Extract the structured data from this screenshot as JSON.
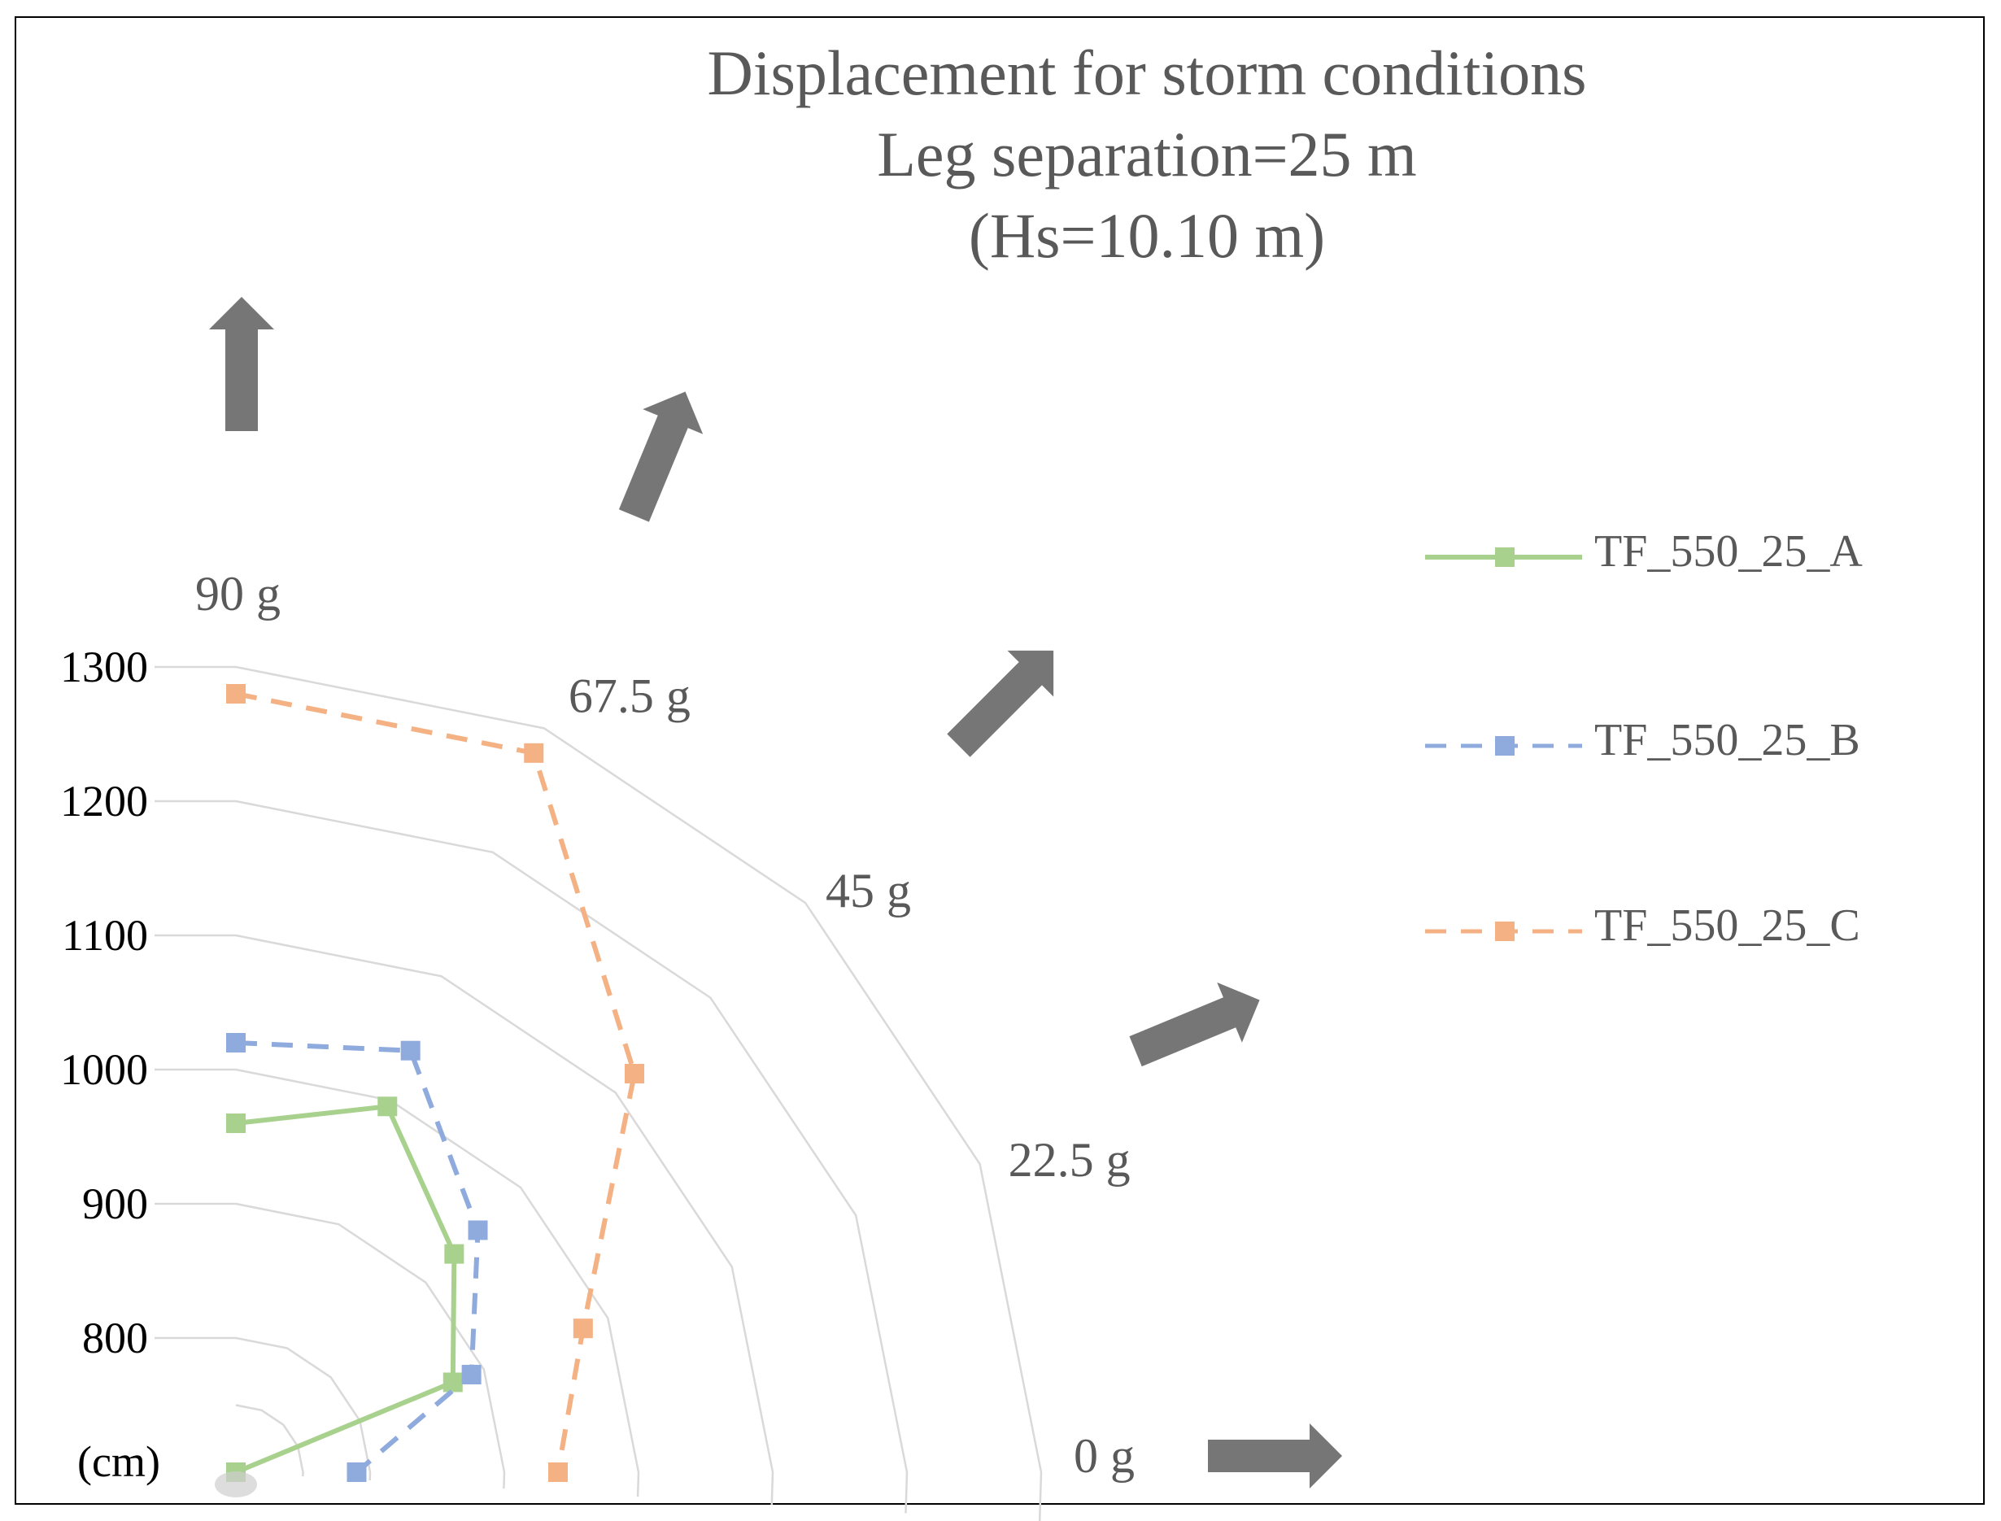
{
  "title_lines": [
    "Displacement for storm conditions",
    "Leg separation=25 m",
    "(Hs=10.10 m)"
  ],
  "colors": {
    "A": "#a9d18e",
    "B": "#8faadc",
    "C": "#f4b183",
    "grid": "#d9d9d9",
    "arrow": "#767676"
  },
  "chart_data": {
    "type": "radar",
    "title": "Displacement for storm conditions Leg separation=25 m (Hs=10.10 m)",
    "unit_label": "(cm)",
    "r_ticks": [
      800,
      900,
      1000,
      1100,
      1200,
      1300
    ],
    "r_range": [
      700,
      1300
    ],
    "directions": [
      "90 g",
      "67.5 g",
      "45 g",
      "22.5 g",
      "0 g"
    ],
    "direction_angles": [
      90,
      67.5,
      45,
      22.5,
      0
    ],
    "series": [
      {
        "name": "TF_550_25_A",
        "style": "solid",
        "color_key": "A",
        "values": [
          960,
          995,
          930,
          875,
          700
        ]
      },
      {
        "name": "TF_550_25_B",
        "style": "dashed",
        "color_key": "B",
        "values": [
          1020,
          1040,
          955,
          890,
          790
        ]
      },
      {
        "name": "TF_550_25_C",
        "style": "dashed",
        "color_key": "C",
        "values": [
          1280,
          1280,
          1120,
          980,
          940
        ]
      }
    ],
    "wave_arrows": [
      "90 g",
      "67.5 g",
      "45 g",
      "22.5 g",
      "0 g"
    ]
  }
}
